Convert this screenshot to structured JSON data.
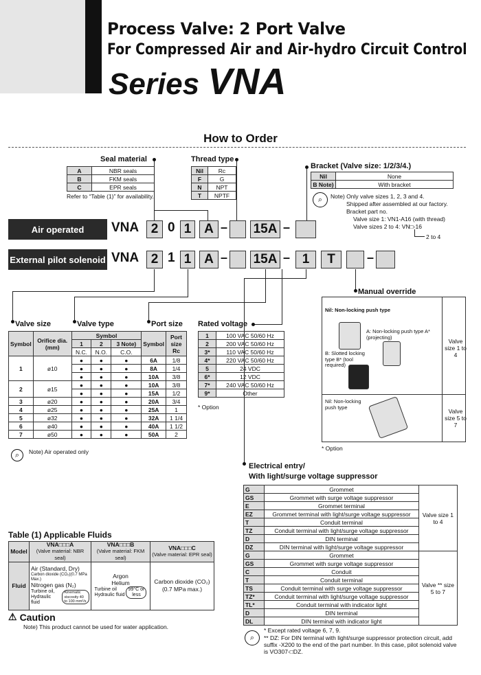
{
  "header": {
    "title1": "Process Valve: 2 Port Valve",
    "title2": "For Compressed Air and Air-hydro Circuit Control",
    "series_prefix": "Series",
    "series_name": "VNA"
  },
  "how_to_order": "How to Order",
  "seal_material": {
    "title": "Seal material",
    "rows": [
      [
        "A",
        "NBR seals"
      ],
      [
        "B",
        "FKM seals"
      ],
      [
        "C",
        "EPR seals"
      ]
    ],
    "note": "Refer to “Table (1)” for availability."
  },
  "thread_type": {
    "title": "Thread type",
    "rows": [
      [
        "Nil",
        "Rc"
      ],
      [
        "F",
        "G"
      ],
      [
        "N",
        "NPT"
      ],
      [
        "T",
        "NPTF"
      ]
    ]
  },
  "bracket": {
    "title": "Bracket (Valve size: 1/2/3/4.)",
    "rows": [
      [
        "Nil",
        "None"
      ],
      [
        "B Note)",
        "With bracket"
      ]
    ],
    "note1": "Note) Only valve sizes 1, 2, 3 and 4.",
    "note2": "Shipped after assembled at our factory.",
    "note3": "Bracket part no.",
    "note4": "Valve size 1: VN1-A16 (with thread)",
    "note5": "Valve sizes 2 to 4: VN□-16",
    "note6": "2 to 4"
  },
  "order_rows": {
    "air": {
      "label": "Air operated",
      "prefix": "VNA",
      "c1": "2",
      "c2": "0",
      "c3": "1",
      "c4": "A",
      "port": "15A"
    },
    "pilot": {
      "label": "External pilot solenoid",
      "prefix": "VNA",
      "c1": "2",
      "c2": "1",
      "c3": "1",
      "c4": "A",
      "port": "15A",
      "volt": "1",
      "elec": "T"
    }
  },
  "valve_size": {
    "title": "Valve size",
    "valve_type_title": "Valve type",
    "port_size_title": "Port size",
    "headers": {
      "symbol": "Symbol",
      "orifice": "Orifice dia. (mm)",
      "symbol2": "Symbol",
      "n1": "1",
      "n2": "2",
      "n3": "3 Note)",
      "nc": "N.C.",
      "no": "N.O.",
      "co": "C.O.",
      "port": "Port size Rc"
    },
    "rows": [
      {
        "sym": "1",
        "orifice": "ø10",
        "ports": [
          [
            "6A",
            "1/8"
          ],
          [
            "8A",
            "1/4"
          ],
          [
            "10A",
            "3/8"
          ]
        ]
      },
      {
        "sym": "2",
        "orifice": "ø15",
        "ports": [
          [
            "10A",
            "3/8"
          ],
          [
            "15A",
            "1/2"
          ]
        ]
      },
      {
        "sym": "3",
        "orifice": "ø20",
        "ports": [
          [
            "20A",
            "3/4"
          ]
        ]
      },
      {
        "sym": "4",
        "orifice": "ø25",
        "ports": [
          [
            "25A",
            "1"
          ]
        ]
      },
      {
        "sym": "5",
        "orifice": "ø32",
        "ports": [
          [
            "32A",
            "1 1/4"
          ]
        ]
      },
      {
        "sym": "6",
        "orifice": "ø40",
        "ports": [
          [
            "40A",
            "1 1/2"
          ]
        ]
      },
      {
        "sym": "7",
        "orifice": "ø50",
        "ports": [
          [
            "50A",
            "2"
          ]
        ]
      }
    ],
    "note": "Note) Air operated only"
  },
  "rated_voltage": {
    "title": "Rated voltage",
    "rows": [
      [
        "1",
        "100 VAC 50/60 Hz"
      ],
      [
        "2",
        "200 VAC 50/60 Hz"
      ],
      [
        "3*",
        "110 VAC 50/60 Hz"
      ],
      [
        "4*",
        "220 VAC 50/60 Hz"
      ],
      [
        "5",
        "24 VDC"
      ],
      [
        "6*",
        "12 VDC"
      ],
      [
        "7*",
        "240 VAC 50/60 Hz"
      ],
      [
        "9*",
        "Other"
      ]
    ],
    "option": "* Option"
  },
  "manual_override": {
    "title": "Manual override",
    "nil1": "Nil: Non-locking push type",
    "a": "A: Non-locking push type A* (projecting)",
    "b": "B: Slotted locking type B* (tool required)",
    "size1": "Valve size 1 to 4",
    "nil2": "Nil: Non-locking push type",
    "size2": "Valve size 5 to 7",
    "option": "* Option"
  },
  "electrical": {
    "title1": "Electrical entry/",
    "title2": "With light/surge voltage suppressor",
    "group1": [
      [
        "G",
        "Grommet"
      ],
      [
        "GS",
        "Grommet with surge voltage suppressor"
      ],
      [
        "E",
        "Grommet terminal"
      ],
      [
        "EZ",
        "Grommet terminal with light/surge voltage suppressor"
      ],
      [
        "T",
        "Conduit terminal"
      ],
      [
        "TZ",
        "Conduit terminal with light/surge voltage suppressor"
      ],
      [
        "D",
        "DIN terminal"
      ],
      [
        "DZ",
        "DIN terminal with light/surge voltage suppressor"
      ]
    ],
    "group1_size": "Valve size 1 to 4",
    "group2": [
      [
        "G",
        "Grommet"
      ],
      [
        "GS",
        "Grommet with surge voltage suppressor"
      ],
      [
        "C",
        "Conduit"
      ],
      [
        "T",
        "Conduit terminal"
      ],
      [
        "TS",
        "Conduit terminal with surge voltage suppressor"
      ],
      [
        "TZ*",
        "Conduit terminal with light/surge voltage suppressor"
      ],
      [
        "TL*",
        "Conduit terminal with indicator light"
      ],
      [
        "D",
        "DIN terminal"
      ],
      [
        "DL",
        "DIN terminal with indicator light"
      ]
    ],
    "group2_size": "Valve ** size 5 to 7",
    "note1": "* Except rated voltage 6, 7, 9.",
    "note2": "** DZ: For DIN terminal with light/surge suppressor protection circuit, add suffix -X200 to the end of the part number. In this case, pilot solenoid valve is VO307-□DZ."
  },
  "fluids": {
    "title": "Table (1) Applicable Fluids",
    "model": "Model",
    "colA": "VNA□□□A",
    "colA_sub": "(Valve material: NBR seal)",
    "colB": "VNA□□□B",
    "colB_sub": "(Valve material: FKM seal)",
    "colC": "VNA□□□C",
    "colC_sub": "(Valve material: EPR seal)",
    "fluid": "Fluid",
    "a1": "Air (Standard, Dry)",
    "a2": "Carbon dioxide (CO₂)(0.7 MPa Max.)",
    "a3": "Nitrogen gas (N₂)",
    "a4": "Turbine oil,",
    "a5": "Hydraulic fluid",
    "a6": "Kinematic viscosity 40 to 100 mm²/s",
    "b1": "Argon",
    "b2": "Helium",
    "b3": "Turbine oil",
    "b4": "Hydraulic fluid",
    "b5": "99°C or less",
    "c1": "Carbon dioxide (CO₂)",
    "c2": "(0.7 MPa max.)"
  },
  "caution": {
    "title": "Caution",
    "note": "Note) This product cannot be used for water application."
  }
}
